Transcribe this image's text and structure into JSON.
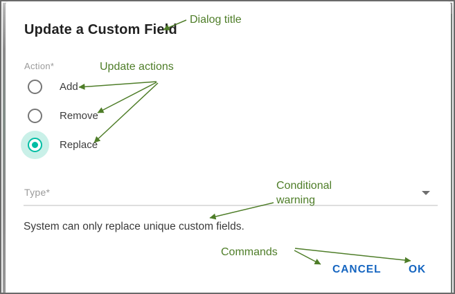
{
  "dialog": {
    "title": "Update a Custom Field",
    "action_group": {
      "label": "Action*",
      "options": [
        {
          "label": "Add",
          "selected": false
        },
        {
          "label": "Remove",
          "selected": false
        },
        {
          "label": "Replace",
          "selected": true
        }
      ]
    },
    "type_field": {
      "label": "Type*",
      "value": "",
      "icon": "caret-down-icon"
    },
    "warning_text": "System can only replace unique custom fields.",
    "buttons": {
      "cancel_label": "CANCEL",
      "ok_label": "OK"
    },
    "colors": {
      "accent_teal": "#00bda4",
      "accent_halo": "#c9f0e8",
      "button_blue": "#1565c0",
      "title_text": "#212121"
    }
  },
  "annotations": {
    "color": "#4e7d28",
    "dialog_title_label": "Dialog title",
    "update_actions_label": "Update actions",
    "conditional_warning_label": "Conditional warning",
    "commands_label": "Commands"
  }
}
